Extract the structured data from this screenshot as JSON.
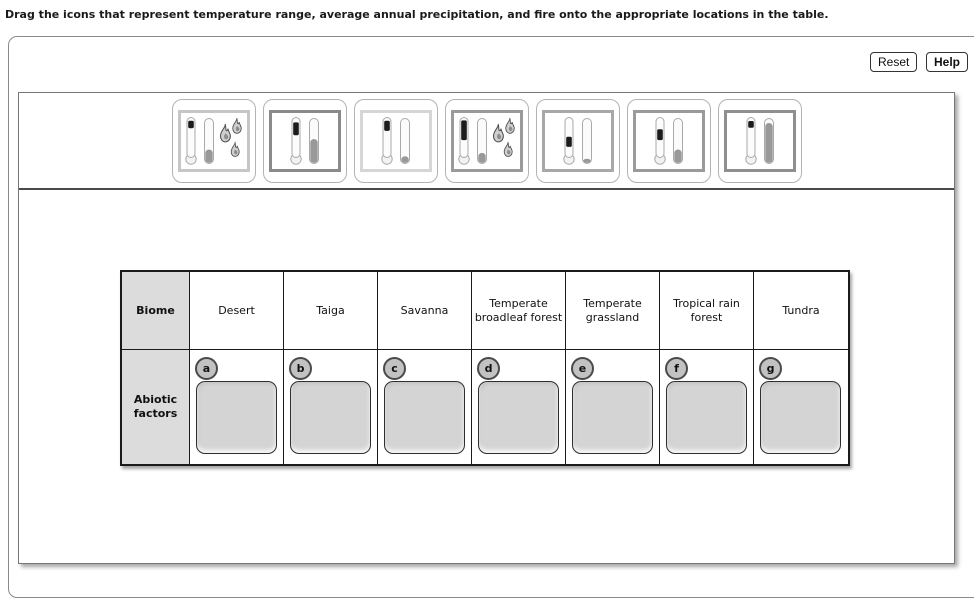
{
  "instruction": "Drag the icons that represent temperature range, average annual precipitation, and fire onto the appropriate locations in the table.",
  "toolbar": {
    "reset_label": "Reset",
    "help_label": "Help"
  },
  "tray": {
    "items": [
      {
        "id": "icon-1",
        "depicts": [
          "temperature-range",
          "precipitation",
          "fire"
        ],
        "temp_top": 0.05,
        "temp_height": 0.22,
        "precip_fill": 0.3,
        "fire": true,
        "border_color": "#c6c6c6"
      },
      {
        "id": "icon-2",
        "depicts": [
          "temperature-range",
          "precipitation"
        ],
        "temp_top": 0.1,
        "temp_height": 0.38,
        "precip_fill": 0.55,
        "fire": false,
        "border_color": "#8a8a8a"
      },
      {
        "id": "icon-3",
        "depicts": [
          "temperature-range",
          "precipitation"
        ],
        "temp_top": 0.05,
        "temp_height": 0.3,
        "precip_fill": 0.14,
        "fire": false,
        "border_color": "#d6d6d6"
      },
      {
        "id": "icon-4",
        "depicts": [
          "temperature-range",
          "precipitation",
          "fire"
        ],
        "temp_top": 0.04,
        "temp_height": 0.58,
        "precip_fill": 0.22,
        "fire": true,
        "border_color": "#9a9a9a"
      },
      {
        "id": "icon-5",
        "depicts": [
          "temperature-range",
          "precipitation"
        ],
        "temp_top": 0.52,
        "temp_height": 0.3,
        "precip_fill": 0.08,
        "fire": false,
        "border_color": "#a8a8a8"
      },
      {
        "id": "icon-6",
        "depicts": [
          "temperature-range",
          "precipitation"
        ],
        "temp_top": 0.3,
        "temp_height": 0.32,
        "precip_fill": 0.3,
        "fire": false,
        "border_color": "#9a9a9a"
      },
      {
        "id": "icon-7",
        "depicts": [
          "temperature-range",
          "precipitation"
        ],
        "temp_top": 0.06,
        "temp_height": 0.2,
        "precip_fill": 0.93,
        "fire": false,
        "border_color": "#8f8f8f"
      }
    ]
  },
  "table": {
    "header_label": "Biome",
    "row_label": "Abiotic factors",
    "columns": [
      "Desert",
      "Taiga",
      "Savanna",
      "Temperate broadleaf forest",
      "Temperate grassland",
      "Tropical rain forest",
      "Tundra"
    ],
    "drop_zones": [
      {
        "letter": "a"
      },
      {
        "letter": "b"
      },
      {
        "letter": "c"
      },
      {
        "letter": "d"
      },
      {
        "letter": "e"
      },
      {
        "letter": "f"
      },
      {
        "letter": "g"
      }
    ]
  },
  "colors": {
    "table_border": "#1b1b1b",
    "header_fill": "#dcdcdc",
    "drop_zone_fill": "#d4d4d4",
    "badge_fill": "#c2c2c2",
    "panel_border": "#8a8a8a",
    "divider": "#4a4a4a"
  }
}
